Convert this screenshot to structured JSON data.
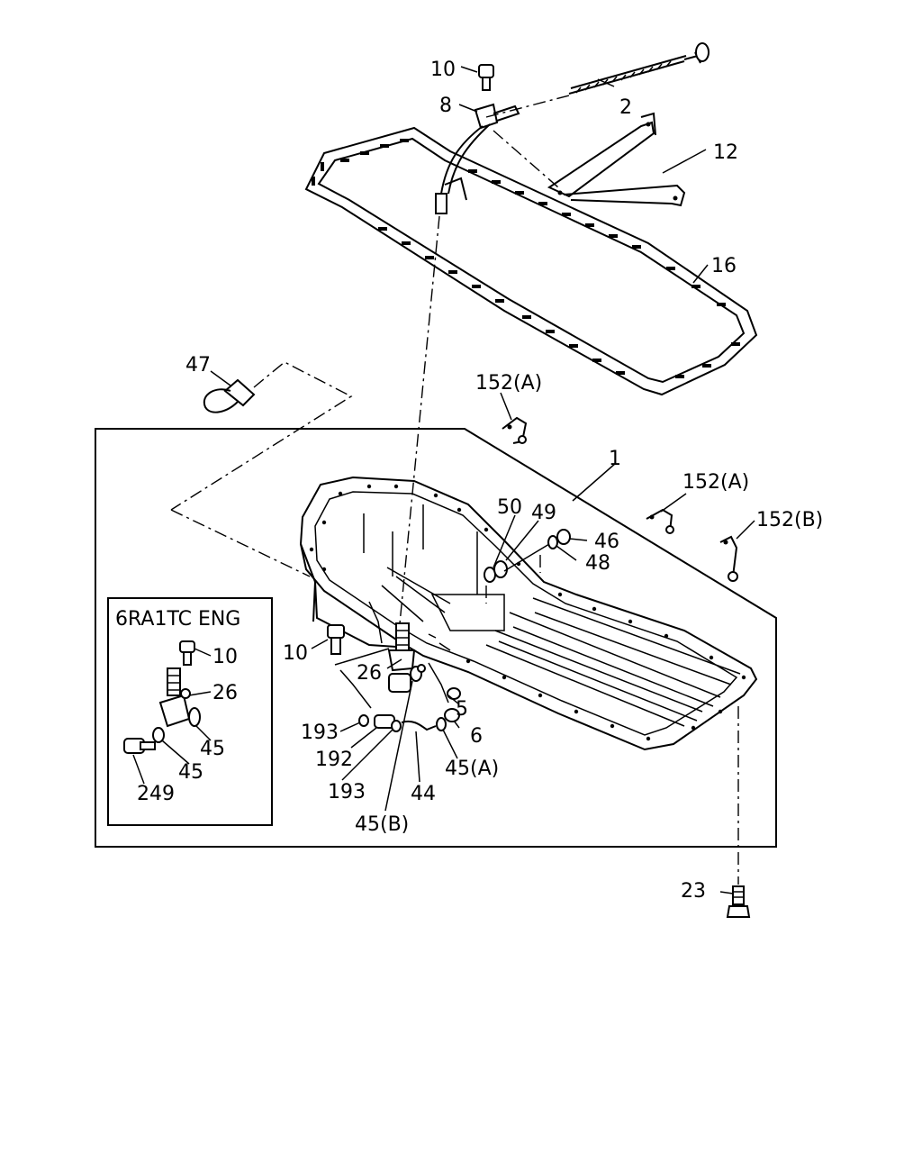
{
  "diagram": {
    "inset_title": "6RA1TC ENG",
    "labels": {
      "p10_top": "10",
      "p8": "8",
      "p2": "2",
      "p12": "12",
      "p16": "16",
      "p47": "47",
      "p152a_1": "152(A)",
      "p1": "1",
      "p152a_2": "152(A)",
      "p152b": "152(B)",
      "p50": "50",
      "p49": "49",
      "p46": "46",
      "p48": "48",
      "p10_mid": "10",
      "p26_mid": "26",
      "p5": "5",
      "p193_a": "193",
      "p6": "6",
      "p192": "192",
      "p45a": "45(A)",
      "p193_b": "193",
      "p44": "44",
      "p45b": "45(B)",
      "p23": "23",
      "inset_10": "10",
      "inset_26": "26",
      "inset_45_a": "45",
      "inset_45_b": "45",
      "inset_249": "249"
    }
  }
}
